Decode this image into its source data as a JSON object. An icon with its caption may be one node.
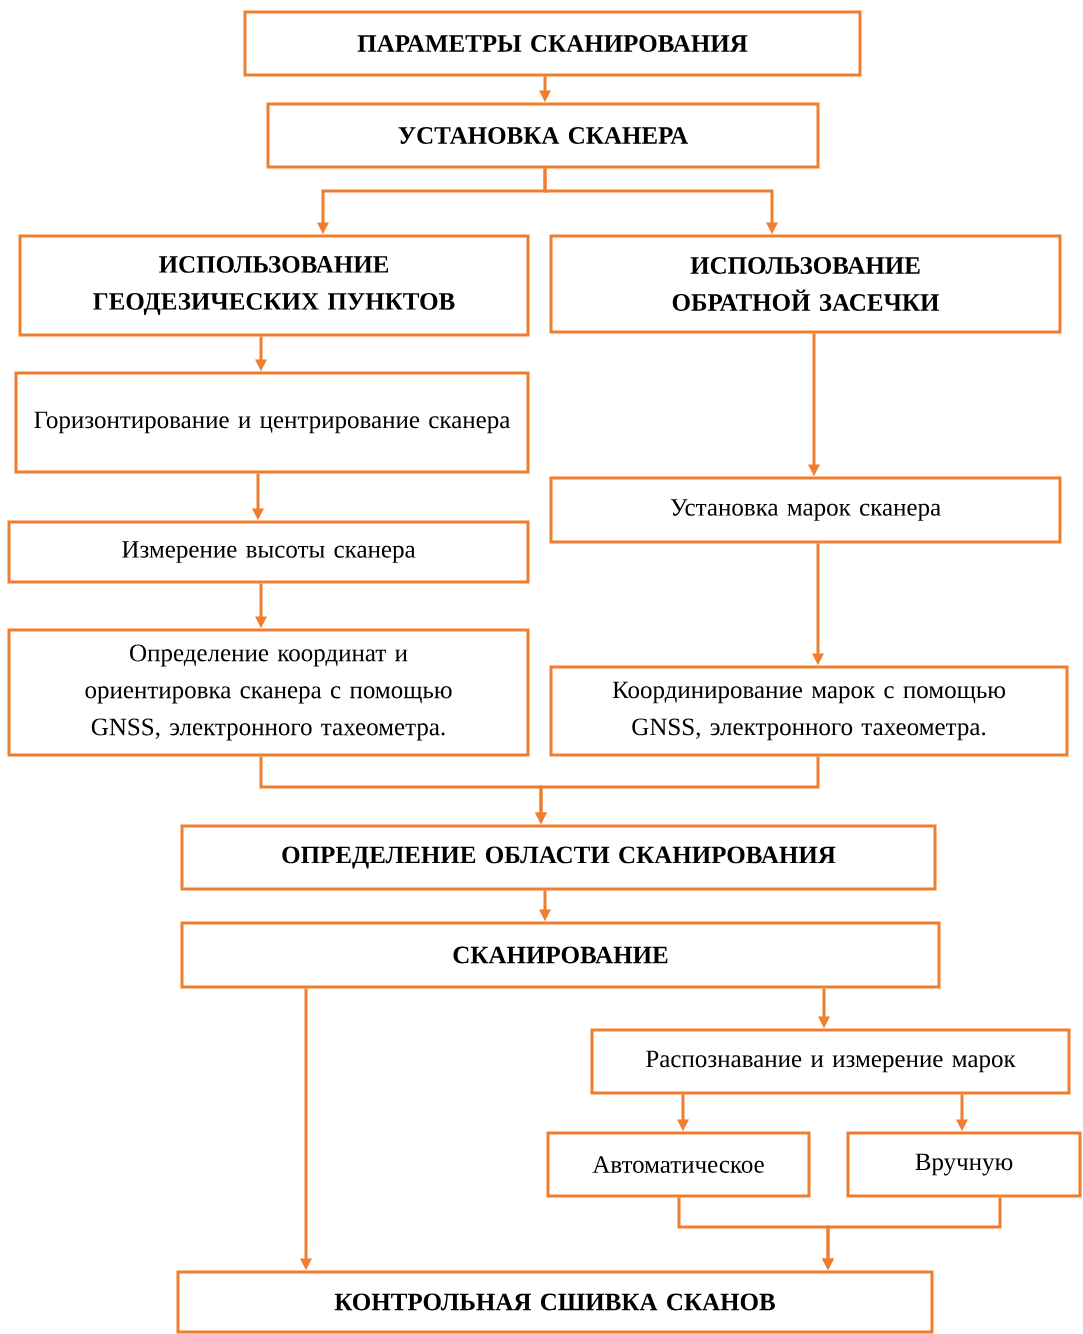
{
  "diagram": {
    "nodes": [
      {
        "text": [
          "ПАРАМЕТРЫ СКАНИРОВАНИЯ"
        ]
      },
      {
        "text": [
          "УСТАНОВКА СКАНЕРА"
        ]
      },
      {
        "text": [
          "ИСПОЛЬЗОВАНИЕ ГЕОДЕЗИЧЕСКИХ ПУНКТОВ"
        ]
      },
      {
        "text": [
          "ИСПОЛЬЗОВАНИЕ ОБРАТНОЙ ЗАСЕЧКИ"
        ]
      },
      {
        "text": [
          "Горизонтирование и центрирование сканера"
        ]
      },
      {
        "text": [
          "Измерение высоты сканера"
        ]
      },
      {
        "text": [
          "Определение координат и ориентировка сканера с помощью GNSS, электронного тахеометра."
        ]
      },
      {
        "text": [
          "Установка марок сканера"
        ]
      },
      {
        "text": [
          "Координирование марок с помощью GNSS, электронного тахеометра."
        ]
      },
      {
        "text": [
          "ОПРЕДЕЛЕНИЕ ОБЛАСТИ СКАНИРОВАНИЯ"
        ]
      },
      {
        "text": [
          "СКАНИРОВАНИЕ"
        ]
      },
      {
        "text": [
          "Распознавание и измерение марок"
        ]
      },
      {
        "text": [
          "Автоматическое"
        ]
      },
      {
        "text": [
          "Вручную"
        ]
      },
      {
        "text": [
          "КОНТРОЛЬНАЯ СШИВКА СКАНОВ"
        ]
      }
    ],
    "edges": [
      {
        "from": 0,
        "to": 1,
        "arrow": "to"
      },
      {
        "from": 1,
        "to": 2,
        "arrow": "to"
      },
      {
        "from": 1,
        "to": 3,
        "arrow": "to"
      },
      {
        "from": 2,
        "to": 4,
        "arrow": "to"
      },
      {
        "from": 4,
        "to": 5,
        "arrow": "to"
      },
      {
        "from": 5,
        "to": 6,
        "arrow": "to"
      },
      {
        "from": 3,
        "to": 7,
        "arrow": "to"
      },
      {
        "from": 7,
        "to": 8,
        "arrow": "to"
      },
      {
        "from": 6,
        "to": 9,
        "arrow": "to"
      },
      {
        "from": 8,
        "to": 9,
        "arrow": "to"
      },
      {
        "from": 9,
        "to": 10,
        "arrow": "to"
      },
      {
        "from": 10,
        "to": 14,
        "arrow": "to"
      },
      {
        "from": 10,
        "to": 11,
        "arrow": "to"
      },
      {
        "from": 11,
        "to": 12,
        "arrow": "to"
      },
      {
        "from": 11,
        "to": 13,
        "arrow": "to"
      },
      {
        "from": 12,
        "to": 14,
        "arrow": "to"
      },
      {
        "from": 13,
        "to": 14,
        "arrow": "to"
      }
    ]
  }
}
